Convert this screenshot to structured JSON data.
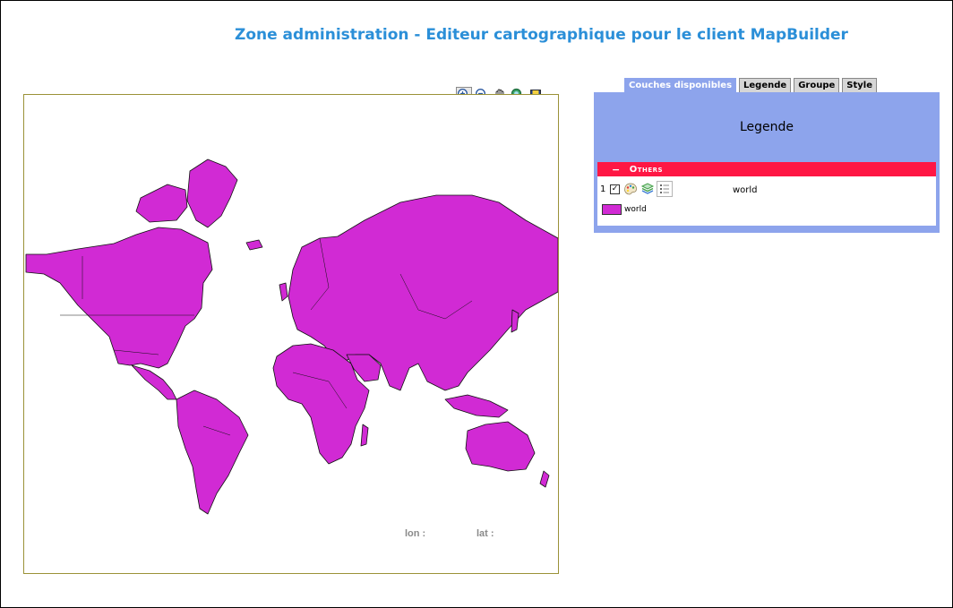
{
  "page": {
    "title": "Zone administration - Editeur cartographique pour le client MapBuilder"
  },
  "toolbar": {
    "tools": [
      {
        "name": "zoom-in-icon",
        "active": true
      },
      {
        "name": "zoom-out-icon",
        "active": false
      },
      {
        "name": "pan-hand-icon",
        "active": false
      },
      {
        "name": "zoom-extent-icon",
        "active": false
      },
      {
        "name": "save-icon",
        "active": false
      }
    ]
  },
  "map": {
    "lon_label": "lon :",
    "lat_label": "lat :",
    "land_color": "#d12ad4",
    "border_color": "#9b9238"
  },
  "tabs": [
    {
      "label": "Couches disponibles",
      "active": true
    },
    {
      "label": "Legende",
      "active": false
    },
    {
      "label": "Groupe",
      "active": false
    },
    {
      "label": "Style",
      "active": false
    }
  ],
  "panel": {
    "heading": "Legende",
    "group": {
      "toggle": "−",
      "name": "Others"
    },
    "layer": {
      "number": "1",
      "checked": "✓",
      "name": "world"
    },
    "legend_entry": "world",
    "colors": {
      "panel": "#8da4ec",
      "group_bar": "#ff1744",
      "swatch": "#d12ad4"
    }
  }
}
